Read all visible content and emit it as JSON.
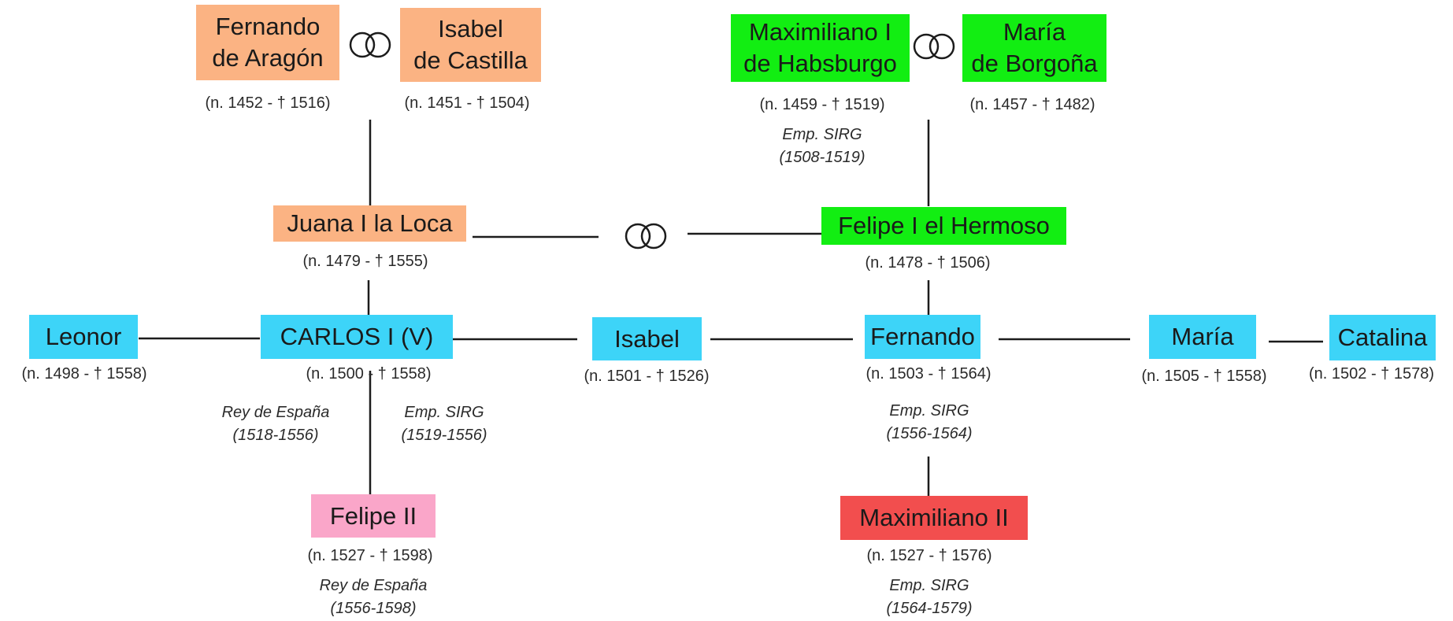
{
  "colors": {
    "aragon_castilla": "#FBB383",
    "habsburgo_borgona": "#12EE12",
    "children": "#3DD4F8",
    "felipe_ii": "#FAA6C9",
    "maximiliano_ii": "#F24E4E",
    "lines": "#1c1c1c"
  },
  "marriage_symbol": "interlocked-rings-icon",
  "people": {
    "fernando_aragon": {
      "name_line1": "Fernando",
      "name_line2": "de Aragón",
      "dates": "(n. 1452 - † 1516)"
    },
    "isabel_castilla": {
      "name_line1": "Isabel",
      "name_line2": "de Castilla",
      "dates": "(n. 1451 - † 1504)"
    },
    "maximiliano_i": {
      "name_line1": "Maximiliano I",
      "name_line2": "de Habsburgo",
      "dates": "(n. 1459 - † 1519)",
      "title_line1": "Emp. SIRG",
      "title_line2": "(1508-1519)"
    },
    "maria_borgona": {
      "name_line1": "María",
      "name_line2": "de Borgoña",
      "dates": "(n. 1457 - † 1482)"
    },
    "juana": {
      "name": "Juana I la Loca",
      "dates": "(n. 1479 - † 1555)"
    },
    "felipe_i": {
      "name": "Felipe I el Hermoso",
      "dates": "(n. 1478 - † 1506)"
    },
    "leonor": {
      "name": "Leonor",
      "dates": "(n. 1498 - † 1558)"
    },
    "carlos": {
      "name": "CARLOS I (V)",
      "dates": "(n. 1500 - † 1558)",
      "title_spain_line1": "Rey de España",
      "title_spain_line2": "(1518-1556)",
      "title_emp_line1": "Emp. SIRG",
      "title_emp_line2": "(1519-1556)"
    },
    "isabel": {
      "name": "Isabel",
      "dates": "(n. 1501 - † 1526)"
    },
    "fernando": {
      "name": "Fernando",
      "dates": "(n. 1503 - † 1564)",
      "title_line1": "Emp. SIRG",
      "title_line2": "(1556-1564)"
    },
    "maria": {
      "name": "María",
      "dates": "(n. 1505 - † 1558)"
    },
    "catalina": {
      "name": "Catalina",
      "dates": "(n. 1502 - † 1578)"
    },
    "felipe_ii": {
      "name": "Felipe II",
      "dates": "(n. 1527 - † 1598)",
      "title_line1": "Rey de España",
      "title_line2": "(1556-1598)"
    },
    "maximiliano_ii": {
      "name": "Maximiliano II",
      "dates": "(n. 1527 - † 1576)",
      "title_line1": "Emp. SIRG",
      "title_line2": "(1564-1579)"
    }
  }
}
